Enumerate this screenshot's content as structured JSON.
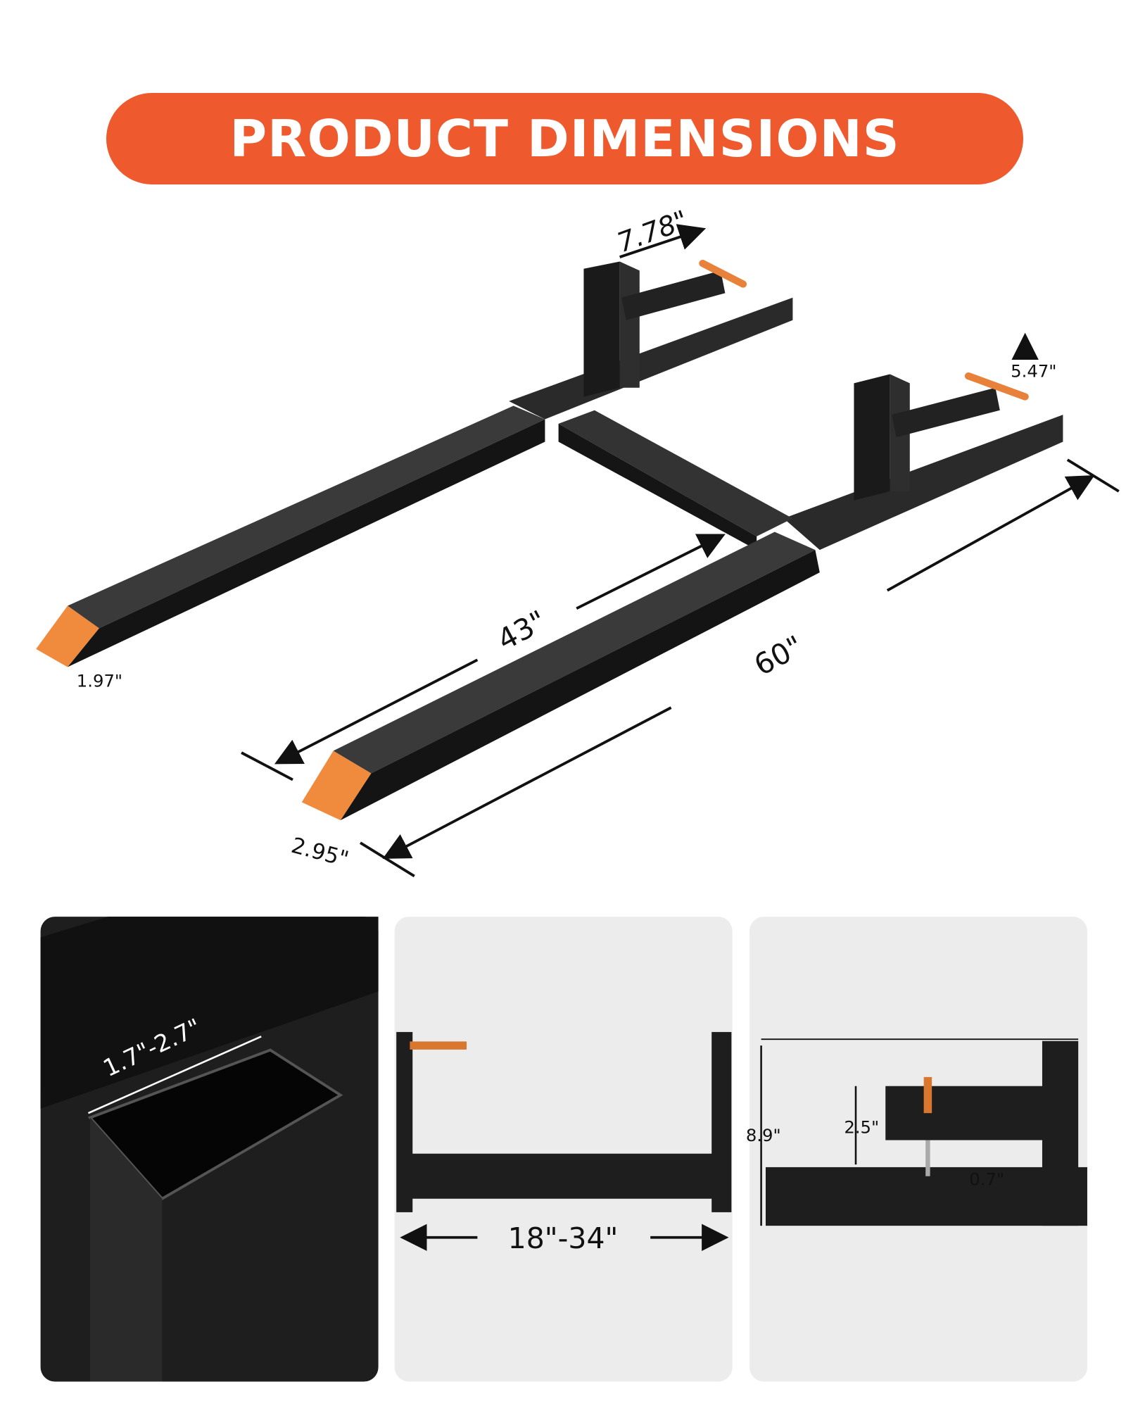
{
  "title": "PRODUCT DIMENSIONS",
  "colors": {
    "accent": "#ee5a2d",
    "fork": "#1c1c1c",
    "tip": "#f08a3c",
    "panel_bg": "#ececec"
  },
  "main_diagram": {
    "upright_width": "7.78\"",
    "height_to_pin": "5.47\"",
    "tine_length": "43\"",
    "overall_length": "60\"",
    "tine_thickness": "1.97\"",
    "tine_width": "2.95\""
  },
  "panels": [
    {
      "label": "1.7\"-2.7\""
    },
    {
      "label": "18\"-34\""
    },
    {
      "height": "8.9\"",
      "pin_height": "2.5\"",
      "gap": "0.7\""
    }
  ]
}
